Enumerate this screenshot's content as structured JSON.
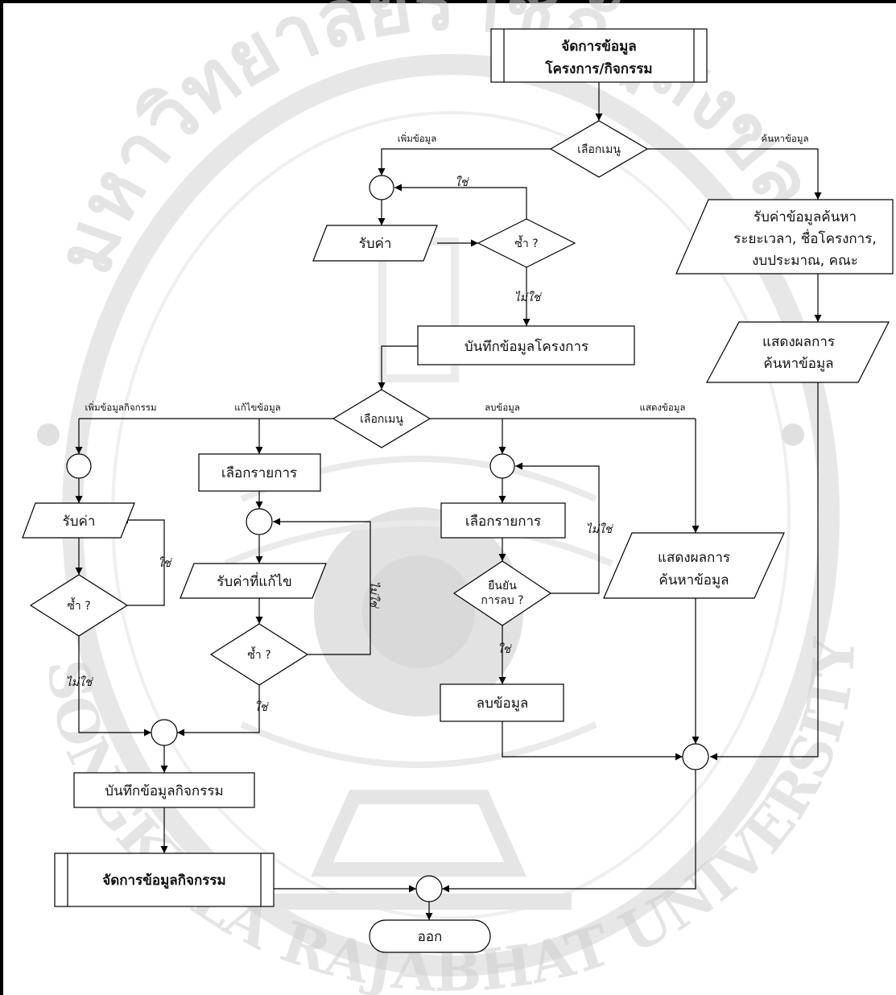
{
  "watermark": {
    "top_text": "มหาวิทยาลัยราชภัฏสงขลา",
    "bottom_text": "SONGKHLA RAJABHAT UNIVERSITY"
  },
  "flowchart": {
    "start_process": [
      "จัดการข้อมูล",
      "โครงการ/กิจกรรม"
    ],
    "menu1": "เลือกเมนู",
    "menu1_add_label": "เพิ่มข้อมูล",
    "menu1_search_label": "ค้นหาข้อมูล",
    "input_value": "รับค่า",
    "dup_check": "ซ้ำ ?",
    "yes": "ใช่",
    "no": "ไม่ใช่",
    "save_project": "บันทึกข้อมูลโครงการ",
    "search_input": [
      "รับค่าข้อมูลค้นหา",
      "ระยะเวลา, ชื่อโครงการ,",
      "งบประมาณ, คณะ"
    ],
    "search_result": [
      "แสดงผลการ",
      "ค้นหาข้อมูล"
    ],
    "menu2": "เลือกเมนู",
    "menu2_add_activity": "เพิ่มข้อมูลกิจกรรม",
    "menu2_edit": "แก้ไขข้อมูล",
    "menu2_delete": "ลบข้อมูล",
    "menu2_show": "แสดงข้อมูล",
    "select_item": "เลือกรายการ",
    "input_edit": "รับค่าที่แก้ไข",
    "confirm_delete": [
      "ยืนยัน",
      "การลบ ?"
    ],
    "delete_data": "ลบข้อมูล",
    "show_result": [
      "แสดงผลการ",
      "ค้นหาข้อมูล"
    ],
    "save_activity": "บันทึกข้อมูลกิจกรรม",
    "manage_activity": "จัดการข้อมูลกิจกรรม",
    "exit": "ออก"
  }
}
